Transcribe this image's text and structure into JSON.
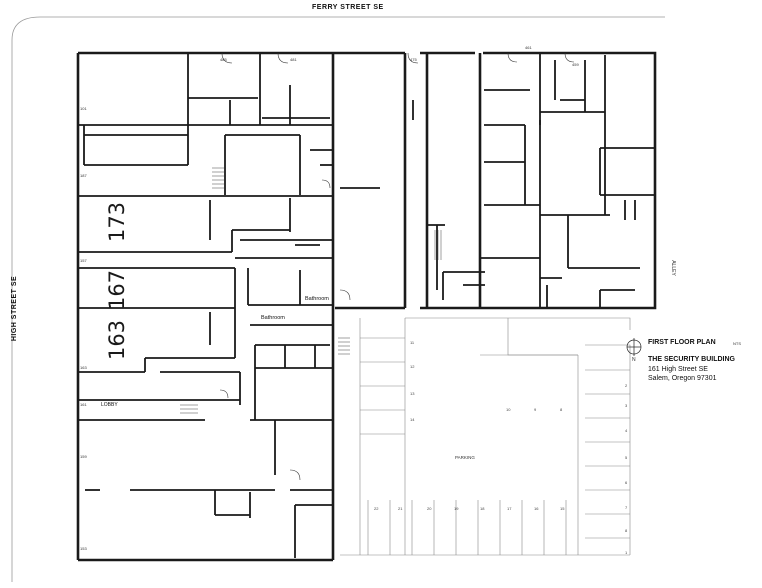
{
  "streets": {
    "north": "FERRY STREET SE",
    "west": "HIGH STREET SE",
    "east": "ALLEY"
  },
  "units": [
    "173",
    "167",
    "163"
  ],
  "rooms": {
    "bathroom_1": "Bathroom",
    "bathroom_2": "Bathroom",
    "lobby": "LOBBY",
    "parking": "PARKING"
  },
  "suite_numbers": {
    "s101": "101",
    "s187": "187",
    "s157": "157",
    "s163": "163",
    "s161": "161",
    "s159": "159",
    "s153": "153",
    "s485": "485",
    "s481": "481",
    "s475": "475",
    "s461": "461",
    "s459": "459"
  },
  "parking_spaces": {
    "left_col": [
      "11",
      "12",
      "13",
      "14"
    ],
    "mid_row": [
      "10",
      "9",
      "8"
    ],
    "bottom_row": [
      "22",
      "21",
      "20",
      "19",
      "18",
      "17",
      "16",
      "15"
    ],
    "right_col": [
      "2",
      "3",
      "4",
      "5",
      "6",
      "7",
      "8",
      "1"
    ]
  },
  "legend": {
    "title": "FIRST FLOOR PLAN",
    "scale": "NTS",
    "north": "N",
    "building": "THE SECURITY BUILDING",
    "address": "161 High Street SE",
    "city": "Salem, Oregon 97301"
  }
}
